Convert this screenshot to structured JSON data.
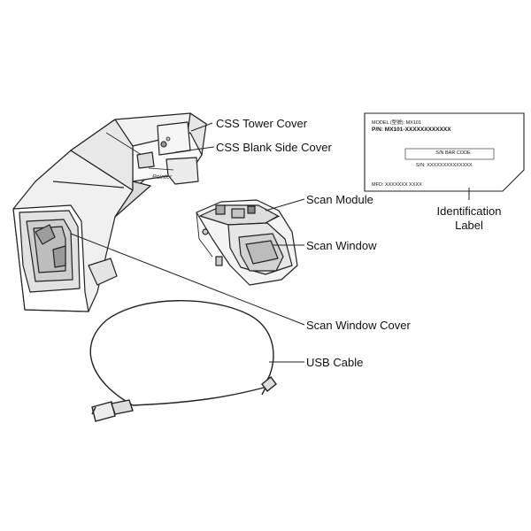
{
  "callouts": {
    "tower_cover": "CSS Tower Cover",
    "blank_side_cover": "CSS Blank Side Cover",
    "scan_module": "Scan Module",
    "scan_window": "Scan Window",
    "scan_window_cover": "Scan Window Cover",
    "usb_cable": "USB Cable",
    "identification_label": "Identification",
    "identification_label_2": "Label"
  },
  "id_tag": {
    "model_line": "MODEL (型號): MX101",
    "pn_line": "P/N: MX101-XXXXXXXXXXXX",
    "sn_bar_code": "S/N BAR CODE",
    "sn_line": "S/N: XXXXXXXXXXXXXX",
    "mfd_line": "MFD: XXXXXXX XXXX"
  }
}
